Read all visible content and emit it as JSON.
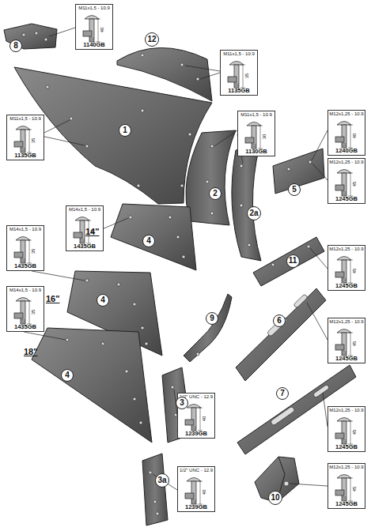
{
  "diagram": {
    "nodes": [
      {
        "text": [
          "M11x1,5 - 10.9",
          "40",
          "1140GB"
        ]
      },
      {
        "text": [
          "12"
        ]
      },
      {
        "text": [
          "8"
        ]
      },
      {
        "text": [
          "M11x1,5 - 10.9",
          "35",
          "1135GB"
        ]
      },
      {
        "text": [
          "M12x1,25 - 10.9",
          "40",
          "1240GB"
        ]
      },
      {
        "text": [
          "M11x1,5 - 10.9",
          "30",
          "1130GB"
        ]
      },
      {
        "text": [
          "M11x1,5 - 10.9",
          "35",
          "1135GB"
        ]
      },
      {
        "text": [
          "1"
        ]
      },
      {
        "text": [
          "M12x1,25 - 10.9",
          "45",
          "1245GB"
        ]
      },
      {
        "text": [
          "5"
        ]
      },
      {
        "text": [
          "2"
        ]
      },
      {
        "text": [
          "M14x1,5 - 10.9",
          "35",
          "1435GB"
        ]
      },
      {
        "text": [
          "2a"
        ]
      },
      {
        "text": [
          "M14x1,5 - 10.9",
          "35",
          "1435GB"
        ]
      },
      {
        "text": [
          "4"
        ]
      },
      {
        "text": [
          "M12x1,25 - 10.9",
          "45",
          "1245GB"
        ]
      },
      {
        "text": [
          "11"
        ]
      },
      {
        "text": [
          "M14x1,5 - 10.9",
          "35",
          "1435GB"
        ]
      },
      {
        "text": [
          "4"
        ]
      },
      {
        "text": [
          "M12x1,25 - 10.9",
          "45",
          "1245GB"
        ]
      },
      {
        "text": [
          "9"
        ]
      },
      {
        "text": [
          "6"
        ]
      },
      {
        "text": [
          "4"
        ]
      },
      {
        "text": [
          "1/2\" UNC - 12.9",
          "40",
          "1239GB"
        ]
      },
      {
        "text": [
          "7"
        ]
      },
      {
        "text": [
          "3"
        ]
      },
      {
        "text": [
          "M12x1,25 - 10.9",
          "45",
          "1245GB"
        ]
      },
      {
        "text": [
          "1/2\" UNC - 12.9",
          "40",
          "1239GB"
        ]
      },
      {
        "text": [
          "M12x1,25 - 10.9",
          "45",
          "1245GB"
        ]
      },
      {
        "text": [
          "3a"
        ]
      },
      {
        "text": [
          "10"
        ]
      }
    ],
    "labels": [
      "14\"",
      "16\"",
      "18\""
    ]
  }
}
